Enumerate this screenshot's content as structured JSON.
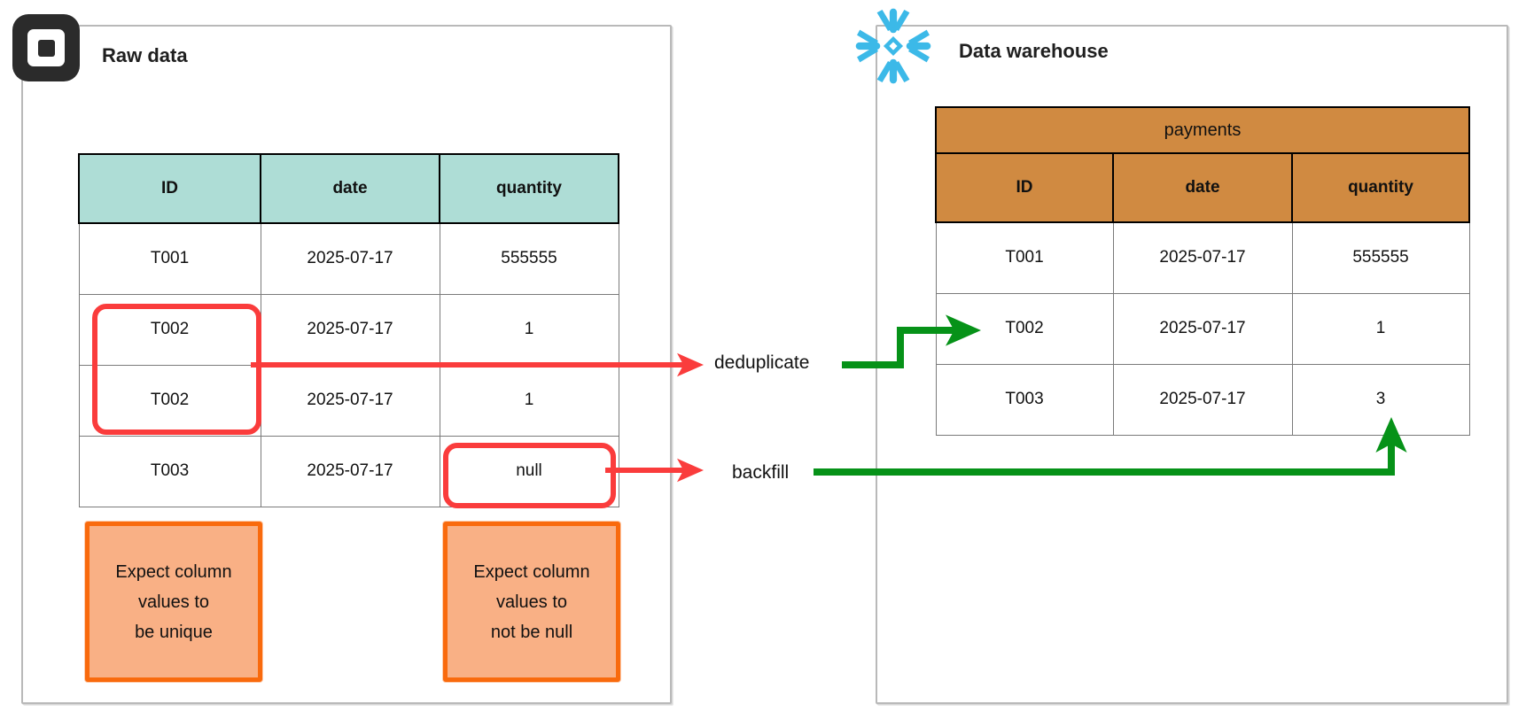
{
  "colors": {
    "red_highlight": "#fa3c3c",
    "green_arrow": "#069218",
    "sticky_fill": "#f9b085",
    "sticky_border": "#f96a0d",
    "raw_header": "#aeddd6",
    "warehouse_header": "#d08a41",
    "snowflake_blue": "#3cb9e8",
    "square_black": "#2b2b2b",
    "panel_border": "#b9b9b9"
  },
  "left_panel": {
    "title": "Raw data",
    "logo": "square-logo",
    "table": {
      "columns": [
        "ID",
        "date",
        "quantity"
      ],
      "rows": [
        [
          "T001",
          "2025-07-17",
          "555555"
        ],
        [
          "T002",
          "2025-07-17",
          "1"
        ],
        [
          "T002",
          "2025-07-17",
          "1"
        ],
        [
          "T003",
          "2025-07-17",
          "null"
        ]
      ]
    },
    "notes": [
      {
        "lines": [
          "Expect column",
          "values to",
          "be unique"
        ]
      },
      {
        "lines": [
          "Expect column",
          "values to",
          "not be null"
        ]
      }
    ]
  },
  "right_panel": {
    "title": "Data warehouse",
    "logo": "snowflake-logo",
    "table": {
      "name": "payments",
      "columns": [
        "ID",
        "date",
        "quantity"
      ],
      "rows": [
        [
          "T001",
          "2025-07-17",
          "555555"
        ],
        [
          "T002",
          "2025-07-17",
          "1"
        ],
        [
          "T003",
          "2025-07-17",
          "3"
        ]
      ]
    }
  },
  "flows": [
    {
      "label": "deduplicate"
    },
    {
      "label": "backfill"
    }
  ]
}
